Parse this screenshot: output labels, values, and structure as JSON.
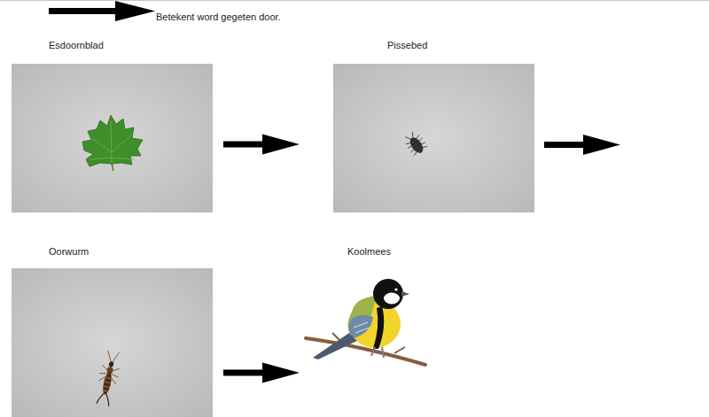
{
  "diagram": {
    "nodes": [
      {
        "text": [
          "Esdoornblad"
        ]
      },
      {
        "text": [
          "Pissebed"
        ]
      },
      {
        "text": [
          "Oorwurm"
        ]
      },
      {
        "text": [
          "Koolmees"
        ]
      }
    ],
    "edges": [
      {
        "from": 0,
        "to": 1,
        "arrow": "to"
      },
      {
        "from": 2,
        "to": 3,
        "arrow": "to"
      }
    ],
    "legend": [
      {
        "text": "Betekent word gegeten door."
      }
    ]
  }
}
